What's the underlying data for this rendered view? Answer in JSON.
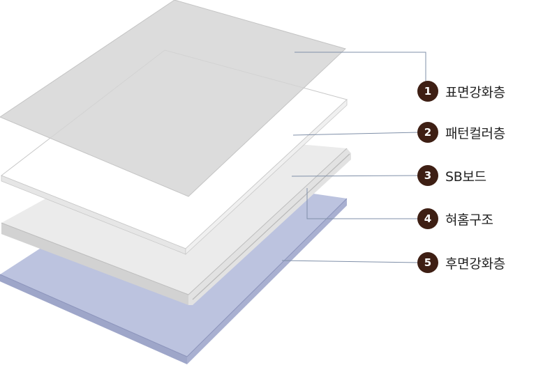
{
  "layers": [
    {
      "number": "1",
      "label": "표면강화층"
    },
    {
      "number": "2",
      "label": "패턴컬러층"
    },
    {
      "number": "3",
      "label": "SB보드"
    },
    {
      "number": "4",
      "label": "혀홈구조"
    },
    {
      "number": "5",
      "label": "후면강화층"
    }
  ],
  "colors": {
    "badge": "#3e1f14",
    "surface_layer": "#dcdcdc",
    "pattern_layer": "#ffffff",
    "board_layer": "#ebebeb",
    "back_layer": "#bcc3df",
    "leader_line": "#7f8fa8"
  }
}
